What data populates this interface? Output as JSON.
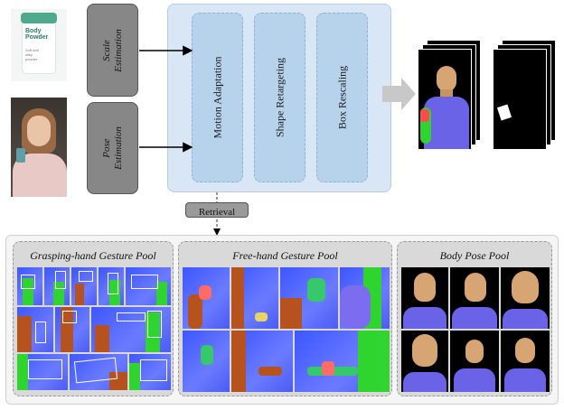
{
  "inputs": {
    "product_label": [
      "Body",
      "Powder"
    ],
    "product_small_text": [
      "Soft and",
      "silky",
      "powder"
    ]
  },
  "estimation": {
    "scale_line1": "Scale",
    "scale_line2": "Estimation",
    "pose_line1": "Pose",
    "pose_line2": "Estimation"
  },
  "modules": {
    "motion": "Motion Adaptation",
    "shape": "Shape Retargeting",
    "box": "Box Rescaling"
  },
  "retrieval": "Retrieval",
  "pools": {
    "grasping": "Grasping-hand Gesture Pool",
    "free": "Free-hand Gesture Pool",
    "body": "Body Pose Pool"
  },
  "colors": {
    "module_panel": "#d8e6f5",
    "module_block": "#b7d3ec",
    "estimation_block": "#878787",
    "pool_panel": "#ececec",
    "hand_blue": "#3d56ff",
    "arm_green": "#2fd42f",
    "arm_orange": "#b5521e"
  }
}
